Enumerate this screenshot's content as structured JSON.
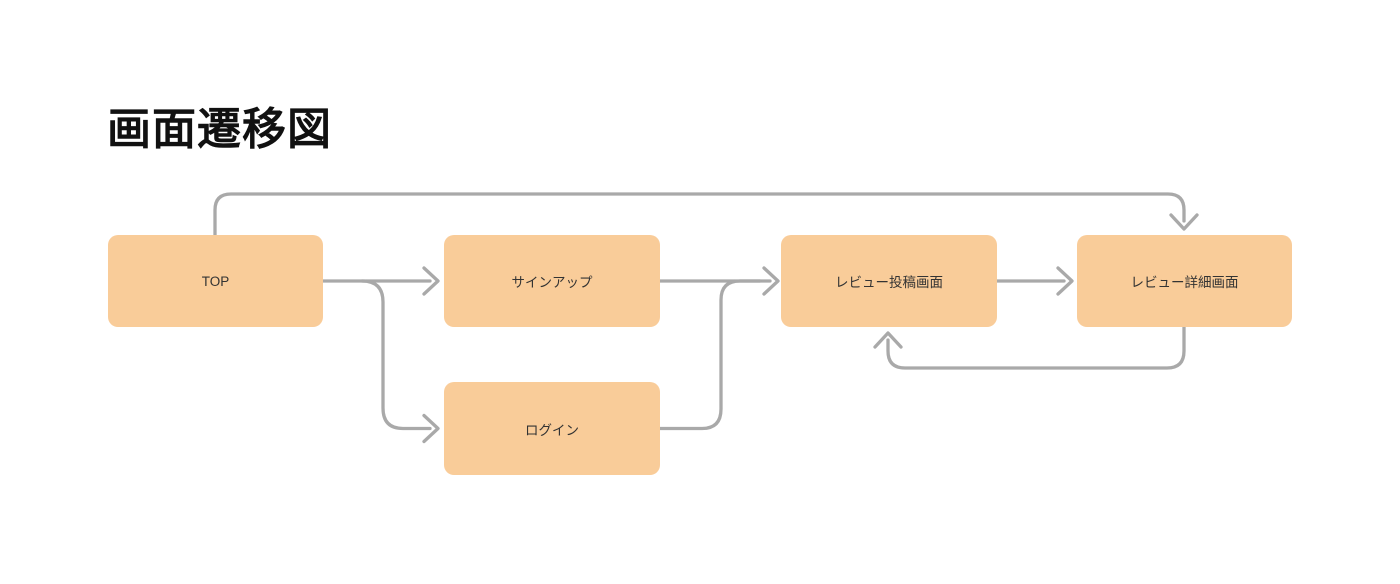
{
  "title": "画面遷移図",
  "diagram": {
    "nodes": [
      {
        "id": "top",
        "label": "TOP"
      },
      {
        "id": "signup",
        "label": "サインアップ"
      },
      {
        "id": "login",
        "label": "ログイン"
      },
      {
        "id": "review-post",
        "label": "レビュー投稿画面"
      },
      {
        "id": "review-detail",
        "label": "レビュー詳細画面"
      }
    ],
    "edges": [
      {
        "from": "top",
        "to": "signup"
      },
      {
        "from": "top",
        "to": "login"
      },
      {
        "from": "signup",
        "to": "review-post"
      },
      {
        "from": "login",
        "to": "review-post"
      },
      {
        "from": "review-post",
        "to": "review-detail"
      },
      {
        "from": "review-detail",
        "to": "review-post"
      },
      {
        "from": "top",
        "to": "review-detail"
      }
    ],
    "colors": {
      "background": "#FFFFFF",
      "node_fill": "#F9CC99",
      "node_text": "#333333",
      "edge": "#A9A9A9",
      "title_text": "#111111"
    }
  }
}
